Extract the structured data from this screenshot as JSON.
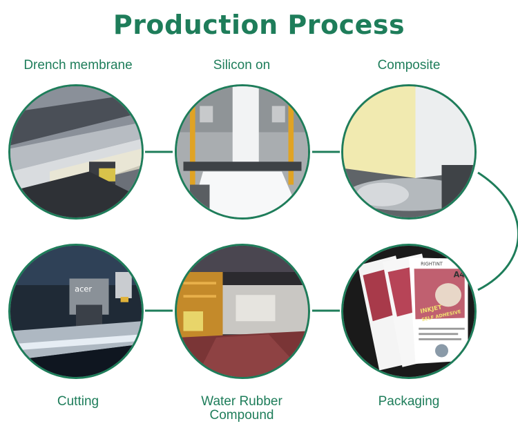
{
  "title": "Production Process",
  "steps": [
    {
      "label": "Drench membrane",
      "icon": "drench-membrane-photo"
    },
    {
      "label": "Silicon on",
      "icon": "silicon-on-photo"
    },
    {
      "label": "Composite",
      "icon": "composite-photo"
    },
    {
      "label": "Cutting",
      "icon": "cutting-photo"
    },
    {
      "label_lines": [
        "Water Rubber",
        "Compound"
      ],
      "icon": "water-rubber-compound-photo"
    },
    {
      "label": "Packaging",
      "icon": "packaging-photo"
    }
  ],
  "packaging": {
    "brand": "RIGHTINT",
    "size": "A4",
    "product_lines": [
      "INKJET",
      "SELF ADHESIVE"
    ]
  },
  "cutting": {
    "machine_text": "acer"
  },
  "colors": {
    "accent": "#1e7d5a",
    "background": "#ffffff"
  }
}
